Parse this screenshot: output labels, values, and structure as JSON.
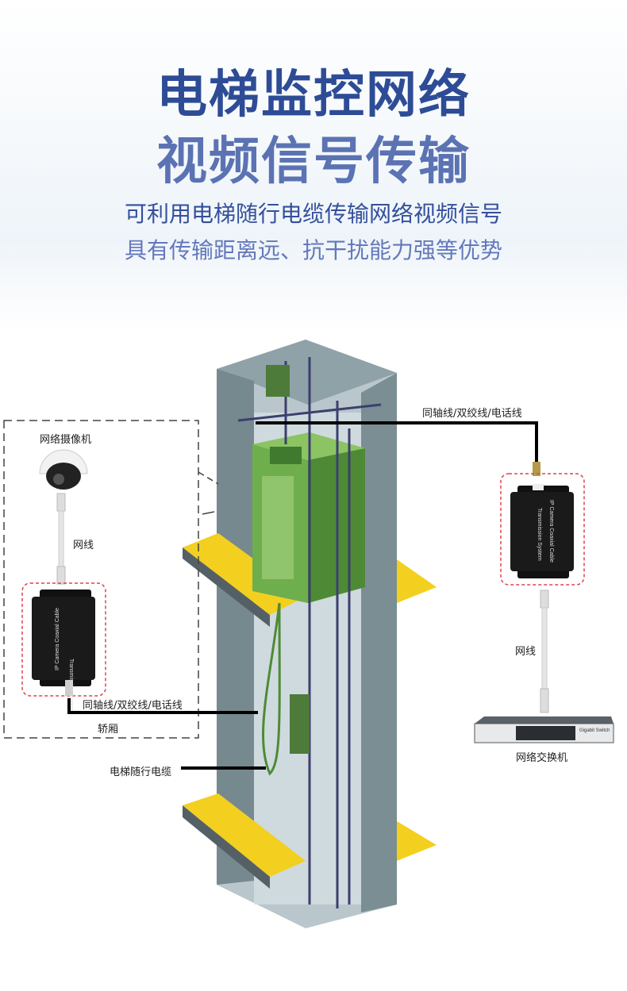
{
  "header": {
    "title_line1": "电梯监控网络",
    "title_line2": "视频信号传输",
    "subtitle_line1": "可利用电梯随行电缆传输网络视频信号",
    "subtitle_line2": "具有传输距离远、抗干扰能力强等优势"
  },
  "diagram": {
    "camera_label": "网络摄像机",
    "network_cable_label_left": "网线",
    "coax_label_left": "同轴线/双绞线/电话线",
    "car_label": "轿厢",
    "traveling_cable_label": "电梯随行电缆",
    "coax_label_right": "同轴线/双绞线/电话线",
    "network_cable_label_right": "网线",
    "switch_label": "网络交换机",
    "device_text_line1": "IP Camera Coaxial Cable",
    "device_text_line2": "Transmission System",
    "switch_brand_text": "Gigabit Switch"
  },
  "colors": {
    "title": "#2e4c96",
    "subtitle": "#34509c",
    "highlight_box": "#e0434a",
    "car": "#6fae4c",
    "landing": "#f3cf1f",
    "shaft": "#6f858c"
  }
}
